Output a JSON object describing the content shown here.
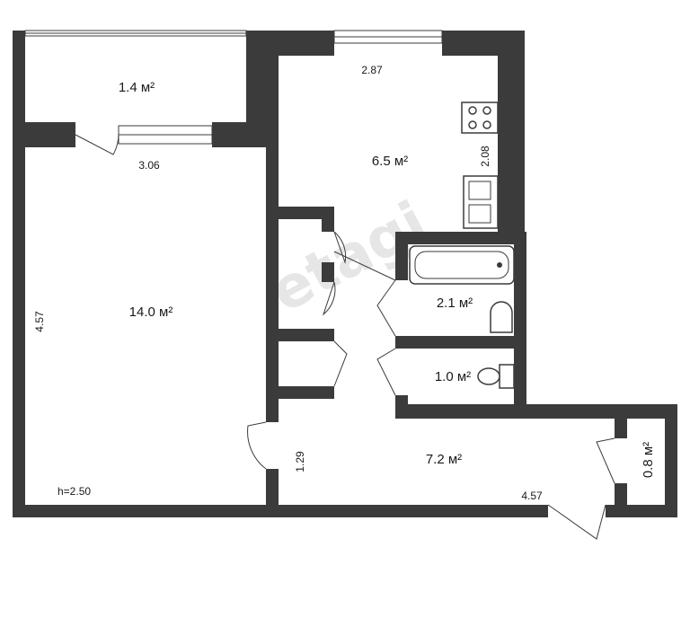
{
  "watermark": "etagi",
  "rooms": [
    {
      "id": "balcony",
      "area": "1.4 м²"
    },
    {
      "id": "living-room",
      "area": "14.0 м²"
    },
    {
      "id": "kitchen",
      "area": "6.5 м²"
    },
    {
      "id": "bathroom",
      "area": "2.1 м²"
    },
    {
      "id": "toilet",
      "area": "1.0 м²"
    },
    {
      "id": "hallway",
      "area": "7.2 м²"
    },
    {
      "id": "closet",
      "area": "0.8 м²"
    }
  ],
  "dimensions": {
    "kitchen_width": "2.87",
    "kitchen_depth": "2.08",
    "living_width": "3.06",
    "living_depth": "4.57",
    "hall_length": "4.57",
    "hall_depth": "1.29",
    "ceiling_height": "h=2.50"
  }
}
